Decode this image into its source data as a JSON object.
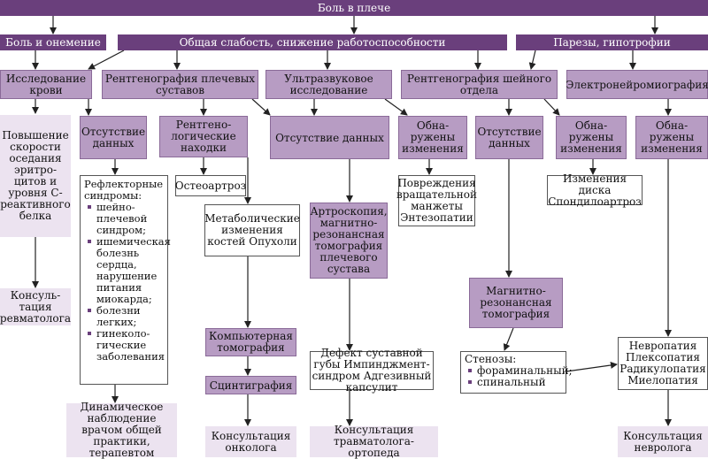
{
  "top": "Боль в плече",
  "cat1": "Боль и онемение",
  "cat2": "Общая слабость, снижение работоспособности",
  "cat3": "Парезы, гипотрофии",
  "blood_test": "Исследование крови",
  "xray_shoulder": "Рентгенография плечевых суставов",
  "ultrasound": "Ультразвуковое исследование",
  "xray_neck": "Рентгенография шейного отдела",
  "enmg": "Электронейромиография",
  "blood_result": "Повышение скорости оседания эритро­цитов и уровня С-реактив­ного белка",
  "rheum": "Консуль­тация ревматолога",
  "no_data_1": "Отсутствие данных",
  "reflex_title": "Рефлекторные синдромы:",
  "reflex_items": [
    "шейно-плечевой синдром;",
    "ишемическая болезнь сердца, нарушение питания миокарда;",
    "болезни легких;",
    "гинеколо­гические заболевания"
  ],
  "observe": "Динамическое наблюдение врачом общей практики, терапевтом",
  "xray_findings": "Рентгено­логические находки",
  "osteoarthrosis": "Остеоартроз",
  "metabolic": "Метаболические изменения костей Опухоли",
  "ct": "Компьютерная томография",
  "scint": "Сцинтиграфия",
  "oncologist": "Консультация онколога",
  "no_data_2": "Отсутствие данных",
  "arthroscopy": "Артроскопия, магнитно-резонансная томография плечевого сустава",
  "labrum": "Дефект суставной губы Импинджмент-синдром Адгезивный капсулит",
  "trauma": "Консультация травматолога-ортопеда",
  "changes_1": "Обна­ружены изменения",
  "cuff": "Повреждения вращательной манжеты Энтезопатии",
  "no_data_3": "Отсутствие данных",
  "mri": "Магнитно-резонансная томография",
  "stenosis_title": "Стенозы:",
  "stenosis_items": [
    "фораминальный;",
    "спинальный"
  ],
  "changes_2": "Обна­ружены изменения",
  "disc": "Изменения диска Спондилоартроз",
  "changes_3": "Обна­ружены изменения",
  "neuro_dx": "Невропатия Плексопатия Радикулопатия Миелопатия",
  "neurologist": "Консультация невролога"
}
